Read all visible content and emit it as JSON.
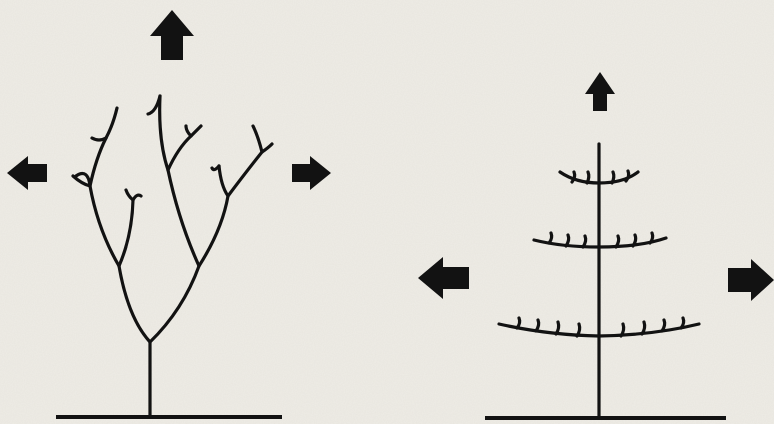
{
  "colors": {
    "background": "#efede7",
    "ink": "#121212"
  },
  "diagram": {
    "panels": [
      {
        "id": "left",
        "form": "branched-tree",
        "arrows": [
          "up",
          "left",
          "right"
        ]
      },
      {
        "id": "right",
        "form": "central-leader-tree",
        "arrows": [
          "up",
          "left",
          "right"
        ]
      }
    ]
  }
}
